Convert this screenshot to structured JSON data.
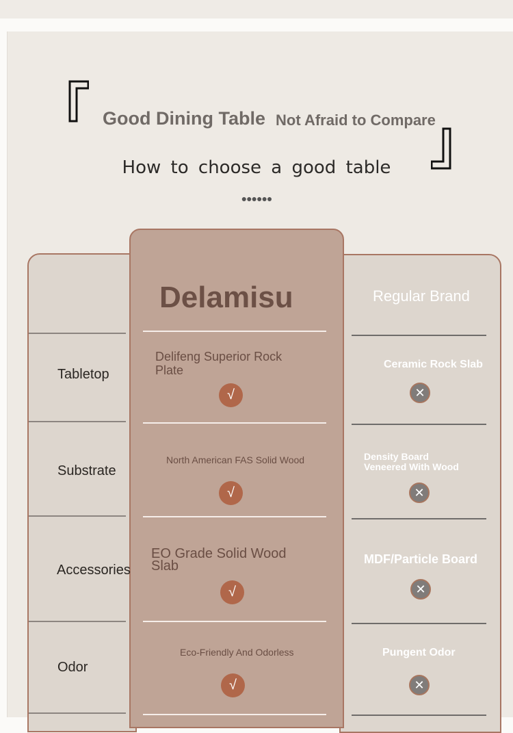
{
  "header": {
    "title_main": "Good Dining Table",
    "title_secondary": "Not Afraid to Compare",
    "subtitle": "How to choose a good table",
    "dots": "●●●●●●"
  },
  "columns": {
    "brand": "Delamisu",
    "competitor": "Regular Brand"
  },
  "rows": [
    {
      "label": "Tabletop",
      "brand_value": "Delifeng Superior Rock Plate",
      "competitor_value": "Ceramic Rock Slab"
    },
    {
      "label": "Substrate",
      "brand_value": "North American FAS Solid Wood",
      "competitor_value": "Density Board Veneered With Wood"
    },
    {
      "label": "Accessories",
      "brand_value": "EO Grade Solid Wood Slab",
      "competitor_value": "MDF/Particle Board"
    },
    {
      "label": "Odor",
      "brand_value": "Eco-Friendly And Odorless",
      "competitor_value": "Pungent Odor"
    }
  ],
  "icons": {
    "check": "√",
    "cross": "✕"
  },
  "colors": {
    "brand_column": "#bfa496",
    "other_column": "#ddd6ce",
    "accent": "#b0674a",
    "border": "#a87663"
  }
}
